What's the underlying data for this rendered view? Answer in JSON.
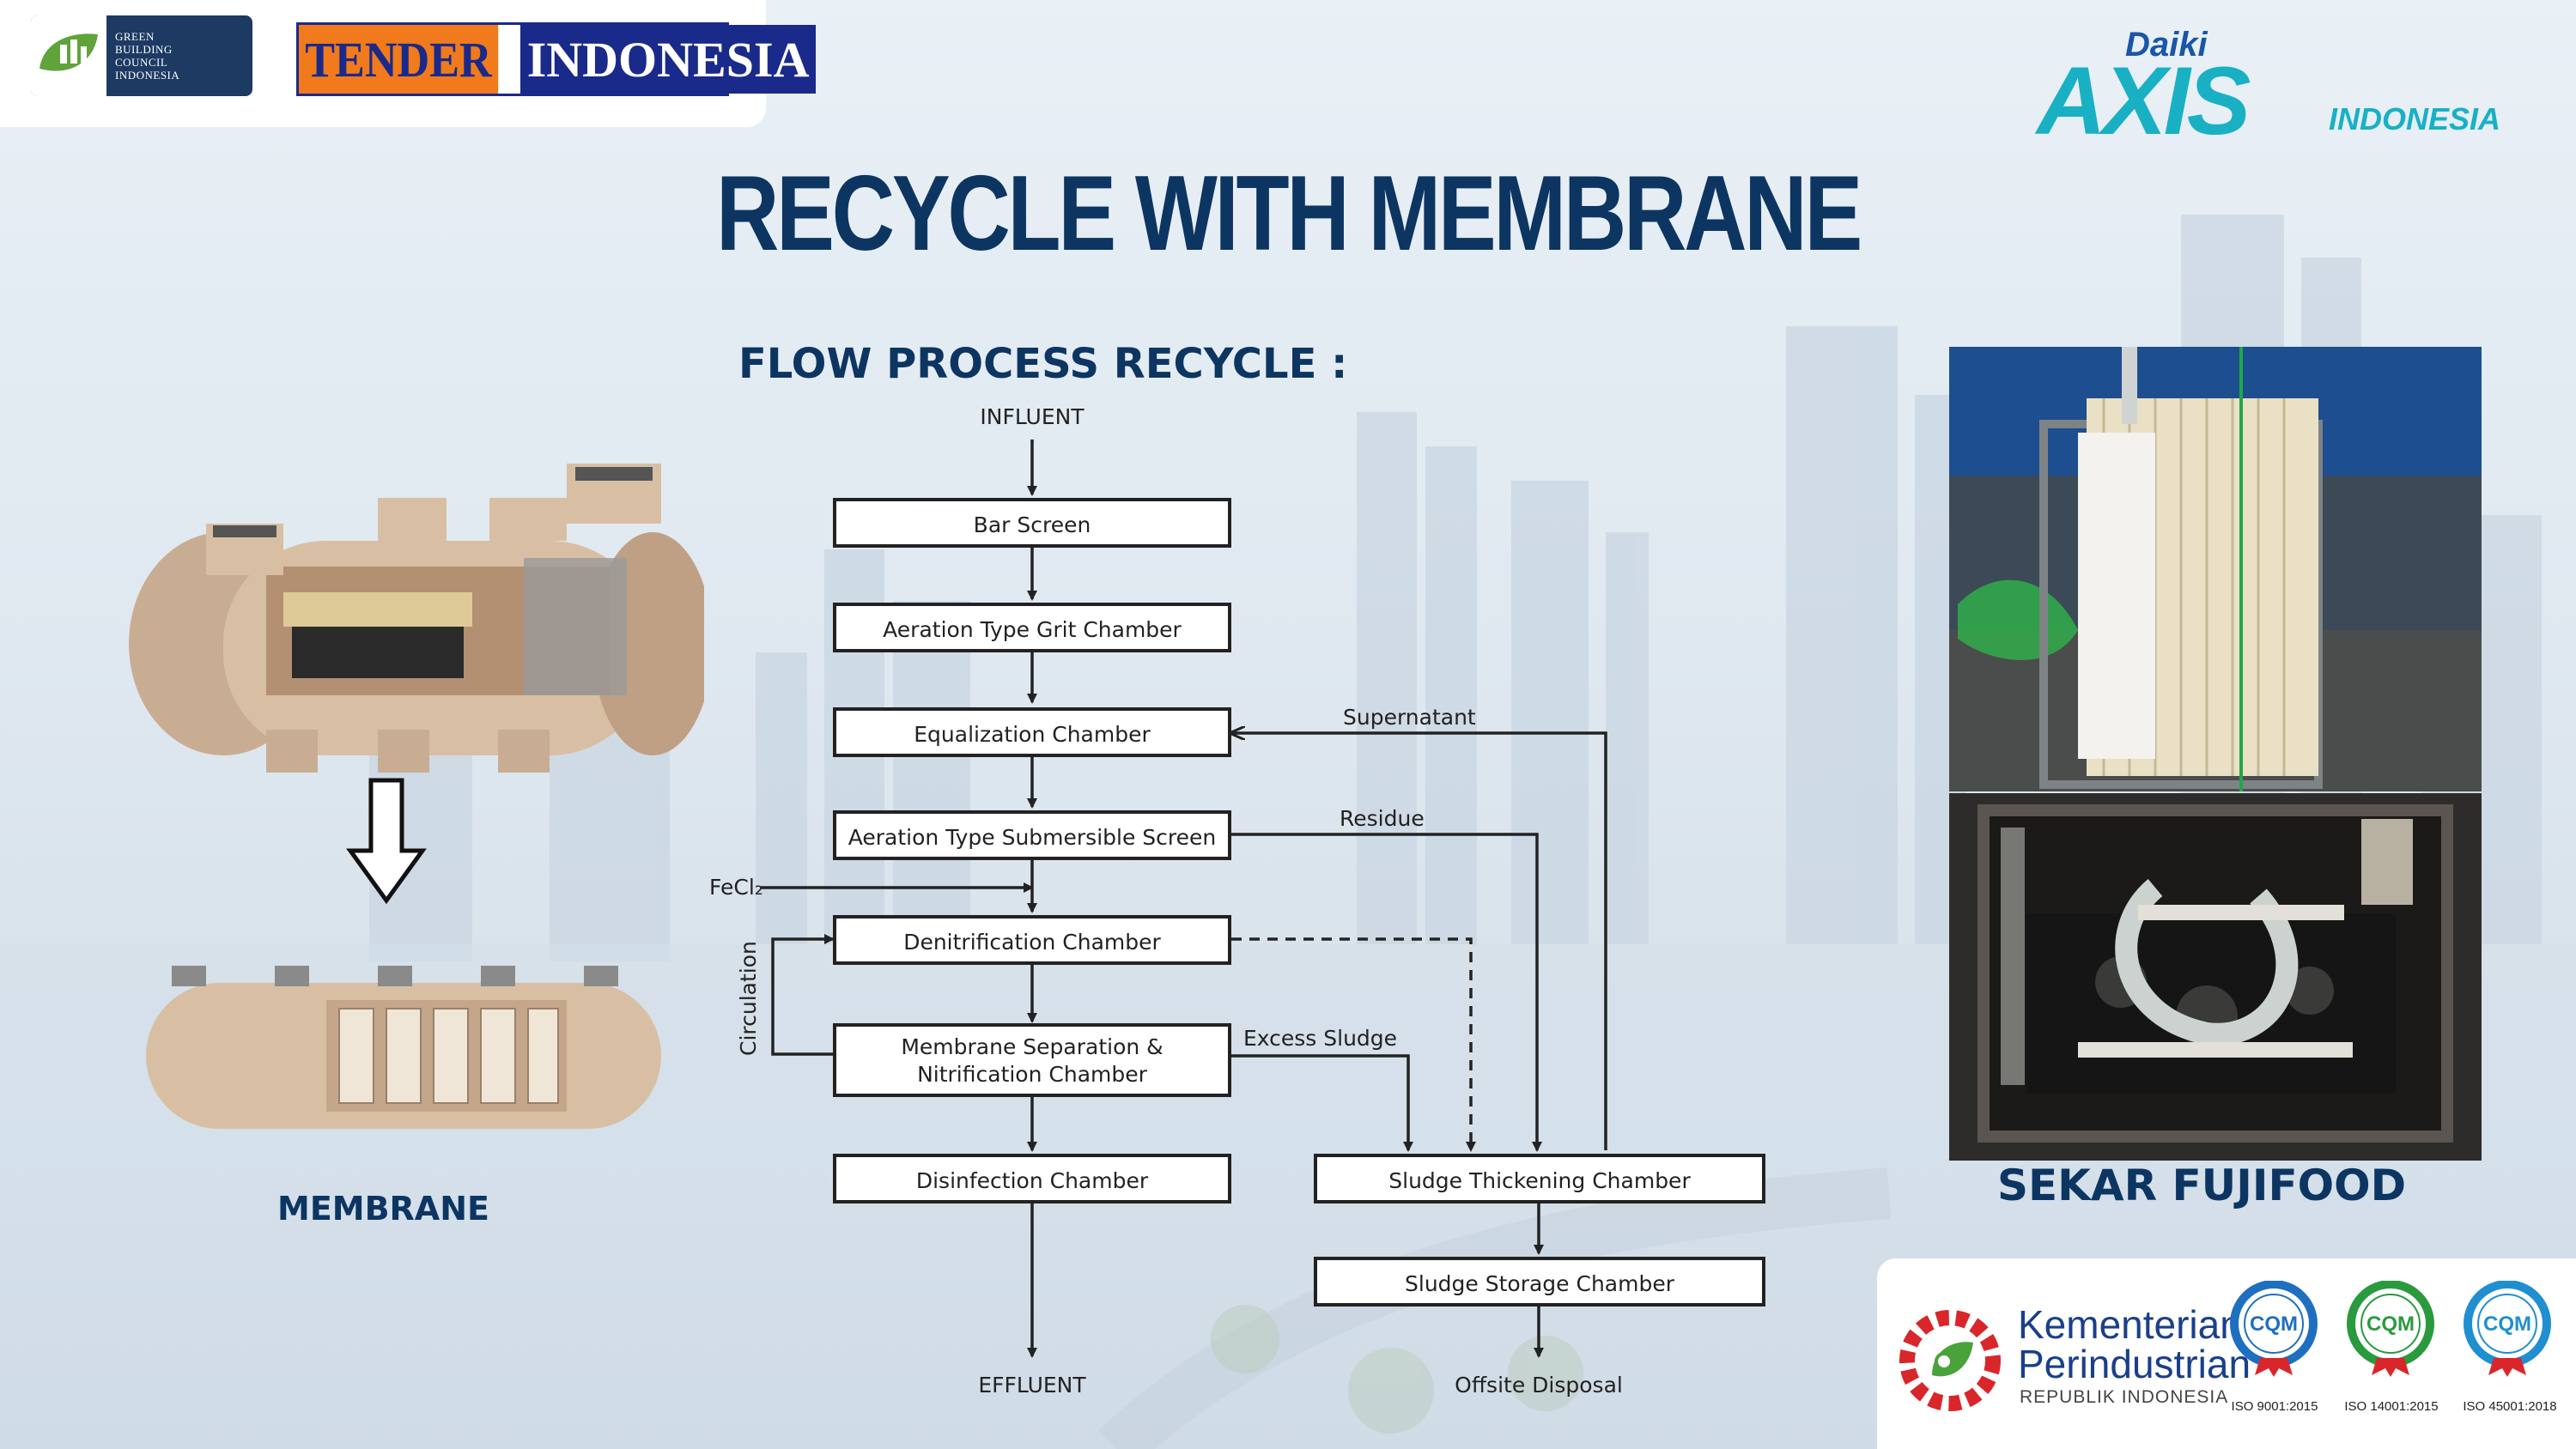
{
  "header": {
    "gbc_logo_text": [
      "GREEN",
      "BUILDING",
      "COUNCIL",
      "INDONESIA"
    ],
    "tender_logo": {
      "left": "TENDER",
      "right": "INDONESIA"
    },
    "daiki_logo": {
      "top": "Daiki",
      "main": "AXIS",
      "sub": "INDONESIA"
    }
  },
  "title": "RECYCLE WITH MEMBRANE",
  "flow_title": "FLOW PROCESS RECYCLE :",
  "left_panel": {
    "label": "MEMBRANE",
    "arrow_icon": "down-arrow-icon"
  },
  "flow": {
    "influent": "INFLUENT",
    "effluent": "EFFLUENT",
    "offsite": "Offsite Disposal",
    "boxes": {
      "bar_screen": "Bar Screen",
      "grit": "Aeration Type Grit Chamber",
      "equalization": "Equalization Chamber",
      "submersible": "Aeration Type Submersible Screen",
      "denitrification": "Denitrification Chamber",
      "membrane_line1": "Membrane Separation  &",
      "membrane_line2": "Nitrification Chamber",
      "disinfection": "Disinfection Chamber",
      "thickening": "Sludge Thickening Chamber",
      "storage": "Sludge Storage Chamber"
    },
    "labels": {
      "supernatant": "Supernatant",
      "residue": "Residue",
      "fecl2": "FeCl₂",
      "circulation": "Circulation",
      "excess_sludge": "Excess Sludge"
    }
  },
  "right_panel": {
    "caption": "SEKAR FUJIFOOD"
  },
  "certification": {
    "ministry_line1": "Kementerian",
    "ministry_line2": "Perindustrian",
    "ministry_line3": "REPUBLIK INDONESIA",
    "badge_text": "CQM",
    "iso": [
      "ISO 9001:2015",
      "ISO 14001:2015",
      "ISO 45001:2018"
    ],
    "badge_colors": [
      "#1f6fc0",
      "#2a9a3e",
      "#1f8fd0"
    ]
  }
}
